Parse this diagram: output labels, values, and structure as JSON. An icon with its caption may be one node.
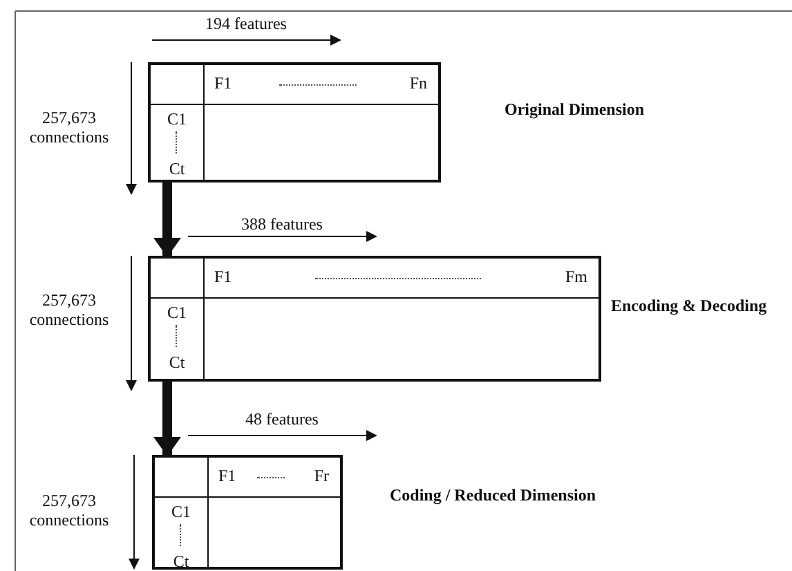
{
  "diagram": {
    "nodes": [
      {
        "text": [
          "F1",
          "Fn",
          "C1",
          "Ct"
        ],
        "beside": [
          "Original Dimension"
        ]
      },
      {
        "text": [
          "F1",
          "Fm",
          "C1",
          "Ct"
        ],
        "beside": [
          "Encoding & Decoding"
        ]
      },
      {
        "text": [
          "F1",
          "Fr",
          "C1",
          "Ct"
        ],
        "beside": [
          "Coding / Reduced Dimension"
        ]
      }
    ],
    "edges": [
      {
        "from": 0,
        "to": 1,
        "arrow": "to"
      },
      {
        "from": 1,
        "to": 2,
        "arrow": "to"
      }
    ],
    "labels": [
      "194 features",
      "257,673 connections",
      "388 features",
      "257,673 connections",
      "48 features",
      "257,673 connections"
    ]
  }
}
